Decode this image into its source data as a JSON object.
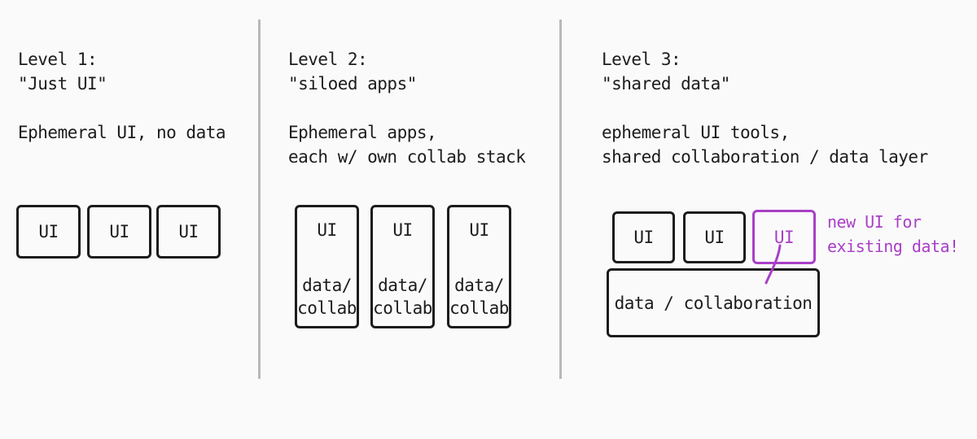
{
  "level1": {
    "heading": "Level 1:",
    "subtitle": "\"Just UI\"",
    "description": "Ephemeral UI, no data",
    "boxes": [
      "UI",
      "UI",
      "UI"
    ]
  },
  "level2": {
    "heading": "Level 2:",
    "subtitle": "\"siloed apps\"",
    "description_line1": "Ephemeral apps,",
    "description_line2": "each w/ own collab stack",
    "apps": [
      {
        "ui": "UI",
        "data": "data/\ncollab"
      },
      {
        "ui": "UI",
        "data": "data/\ncollab"
      },
      {
        "ui": "UI",
        "data": "data/\ncollab"
      }
    ]
  },
  "level3": {
    "heading": "Level 3:",
    "subtitle": "\"shared data\"",
    "description_line1": "ephemeral UI tools,",
    "description_line2": "shared collaboration / data layer",
    "boxes": [
      "UI",
      "UI",
      "UI"
    ],
    "data_layer": "data / collaboration",
    "annotation": "new UI for\nexisting data!"
  },
  "colors": {
    "ink": "#1c1c1c",
    "accent": "#a93fc7",
    "divider": "#b6b8bc",
    "background": "#fafafb"
  }
}
